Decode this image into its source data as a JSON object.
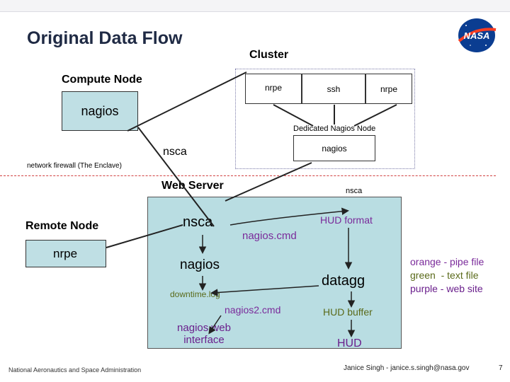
{
  "slide": {
    "title": "Original Data Flow",
    "page_number": "7",
    "footer_left": "National Aeronautics and Space Administration",
    "footer_credit": "Janice Singh - janice.s.singh@nasa.gov",
    "logo_text": "NASA"
  },
  "compute_node": {
    "label": "Compute Node",
    "box_text": "nagios",
    "nsca": "nsca"
  },
  "cluster": {
    "label": "Cluster",
    "nrpe_left": "nrpe",
    "ssh": "ssh",
    "nrpe_right": "nrpe",
    "dedicated_label": "Dedicated Nagios Node",
    "nagios": "nagios"
  },
  "firewall": {
    "label": "network firewall (The Enclave)"
  },
  "remote_node": {
    "label": "Remote Node",
    "box_text": "nrpe"
  },
  "web_server": {
    "label": "Web Server",
    "nsca_out": "nsca",
    "nsca": "nsca",
    "nagios_cmd": "nagios.cmd",
    "hud_format": "HUD format",
    "nagios": "nagios",
    "datagg": "datagg",
    "downtime_log": "downtime.log",
    "nagios2_cmd": "nagios2.cmd",
    "hud_buffer": "HUD buffer",
    "web_interface": "nagios web interface",
    "hud": "HUD"
  },
  "legend": {
    "line1": "orange - pipe file",
    "line2": "green  - text file",
    "line3": "purple - web site"
  },
  "colors": {
    "teal": "#b9dde2",
    "firewall": "#d04040",
    "pipe": "#7a2a9a",
    "text_file": "#5a6a1a",
    "web_site": "#6a1f8c"
  }
}
